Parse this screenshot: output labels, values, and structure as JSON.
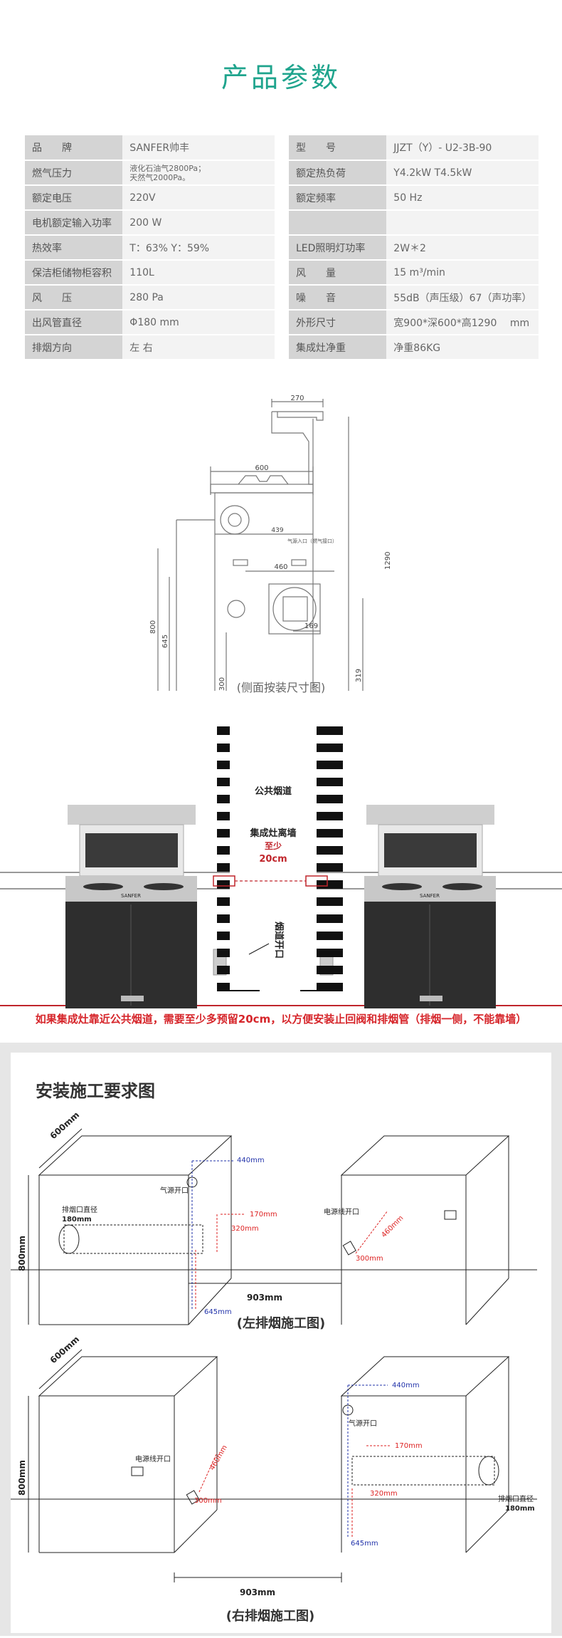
{
  "title": "产品参数",
  "specs": [
    {
      "k1": "品　　牌",
      "v1": "SANFER帅丰",
      "k2": "型　　号",
      "v2": "JJZT（Y）- U2-3B-90"
    },
    {
      "k1": "燃气压力",
      "v1": "液化石油气2800Pa；\n天然气2000Pa。",
      "k2": "额定热负荷",
      "v2": "Y4.2kW  T4.5kW"
    },
    {
      "k1": "额定电压",
      "v1": "220V",
      "k2": "额定频率",
      "v2": "50 Hz"
    },
    {
      "k1": "电机额定输入功率",
      "v1": "200 W",
      "k2": "",
      "v2": ""
    },
    {
      "k1": "热效率",
      "v1": "T：63%  Y：59%",
      "k2": "LED照明灯功率",
      "v2": "2W＊2"
    },
    {
      "k1": "保洁柜储物柜容积",
      "v1": "110L",
      "k2": "风　　量",
      "v2": "15 m³/min"
    },
    {
      "k1": "风　　压",
      "v1": "280 Pa",
      "k2": "噪　　音",
      "v2": "55dB（声压级）67（声功率）"
    },
    {
      "k1": "出风管直径",
      "v1": "Φ180 mm",
      "k2": "外形尺寸",
      "v2": "宽900*深600*高1290　 mm"
    },
    {
      "k1": "排烟方向",
      "v1": "左 右",
      "k2": "集成灶净重",
      "v2": "净重86KG"
    }
  ],
  "side_view": {
    "caption": "(侧面按装尺寸图)",
    "dims": {
      "top": "270",
      "depth": "600",
      "d439": "439",
      "d460": "460",
      "h1290": "1290",
      "h800": "800",
      "h645": "645",
      "h300": "300",
      "h319": "319",
      "w169": "169"
    },
    "note": "气源入口（燃气接口）"
  },
  "flue": {
    "public_flue": "公共烟道",
    "distance_label": "集成灶离墙",
    "min_label": "至少",
    "min_value": "20cm",
    "opening": "烟道开口",
    "brand": "SANFER",
    "warning": "如果集成灶靠近公共烟道，需要至少多预留20cm，以方便安装止回阀和排烟管（排烟一侧，不能靠墙）"
  },
  "install": {
    "title": "安装施工要求图",
    "left_caption": "(左排烟施工图)",
    "right_caption": "(右排烟施工图)",
    "depth": "600mm",
    "height": "800mm",
    "width": "903mm",
    "exhaust_label": "排烟口直径",
    "exhaust_size": "180mm",
    "gas_label": "气源开口",
    "power_label": "电源线开口",
    "d440": "440mm",
    "d170": "170mm",
    "d320": "320mm",
    "d645": "645mm",
    "d300": "300mm",
    "d460": "460mm"
  }
}
